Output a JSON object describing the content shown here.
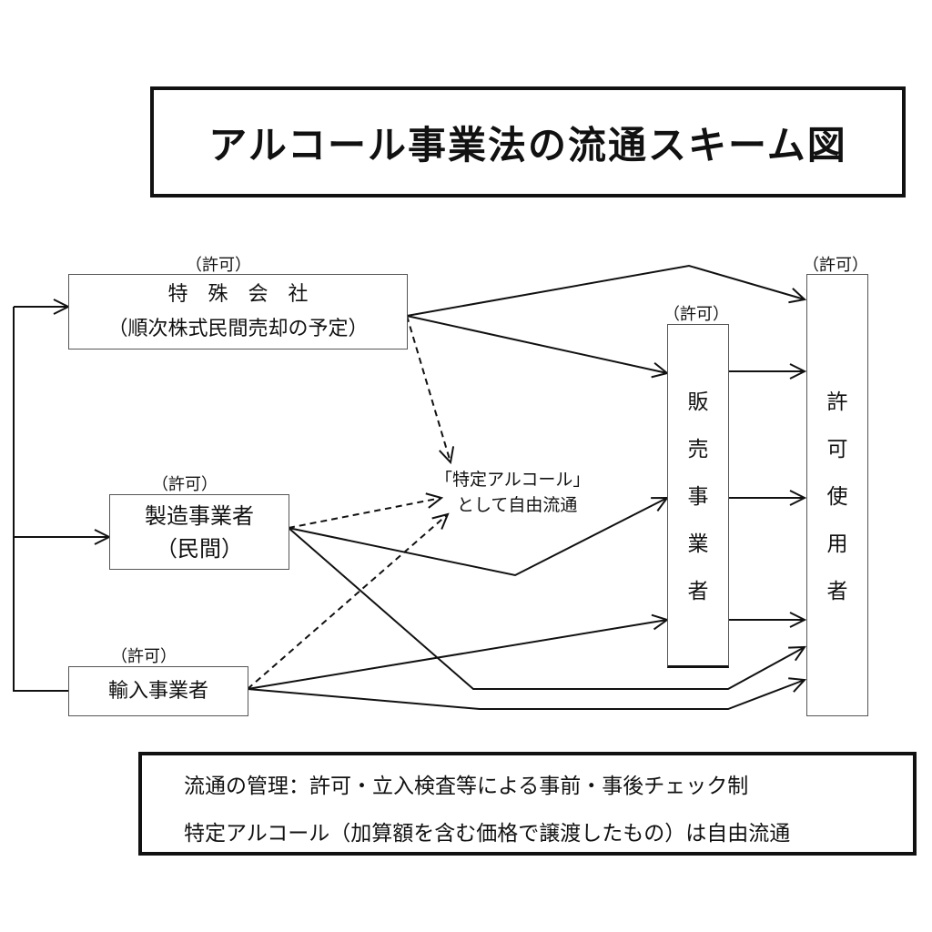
{
  "title": "アルコール事業法の流通スキーム図",
  "nodes": {
    "special_company": {
      "permit": "（許可）",
      "line1": "特　殊　会　社",
      "line2": "（順次株式民間売却の予定）"
    },
    "manufacturer": {
      "permit": "（許可）",
      "line1": "製造事業者",
      "line2": "（民間）"
    },
    "importer": {
      "permit": "（許可）",
      "label": "輸入事業者"
    },
    "seller": {
      "permit": "（許可）",
      "chars": [
        "販",
        "売",
        "事",
        "業",
        "者"
      ]
    },
    "licensed_user": {
      "permit": "（許可）",
      "chars": [
        "許",
        "可",
        "使",
        "用",
        "者"
      ]
    }
  },
  "free_flow_note": {
    "line1": "「特定アルコール」",
    "line2": "として自由流通"
  },
  "edges": [
    {
      "from": "source",
      "to": "special_company",
      "style": "solid"
    },
    {
      "from": "source",
      "to": "manufacturer",
      "style": "solid"
    },
    {
      "from": "source",
      "to": "importer",
      "style": "solid"
    },
    {
      "from": "special_company",
      "to": "licensed_user",
      "style": "solid"
    },
    {
      "from": "special_company",
      "to": "seller",
      "style": "solid"
    },
    {
      "from": "special_company",
      "to": "free_flow_note",
      "style": "dashed"
    },
    {
      "from": "manufacturer",
      "to": "free_flow_note",
      "style": "dashed"
    },
    {
      "from": "manufacturer",
      "to": "seller",
      "style": "solid"
    },
    {
      "from": "manufacturer",
      "to": "licensed_user",
      "style": "solid"
    },
    {
      "from": "importer",
      "to": "free_flow_note",
      "style": "dashed"
    },
    {
      "from": "importer",
      "to": "seller",
      "style": "solid"
    },
    {
      "from": "importer",
      "to": "licensed_user",
      "style": "solid"
    },
    {
      "from": "seller",
      "to": "licensed_user",
      "style": "solid",
      "count": 3
    }
  ],
  "footer": {
    "line1": "流通の管理：許可・立入検査等による事前・事後チェック制",
    "line2": "特定アルコール（加算額を含む価格で譲渡したもの）は自由流通"
  }
}
